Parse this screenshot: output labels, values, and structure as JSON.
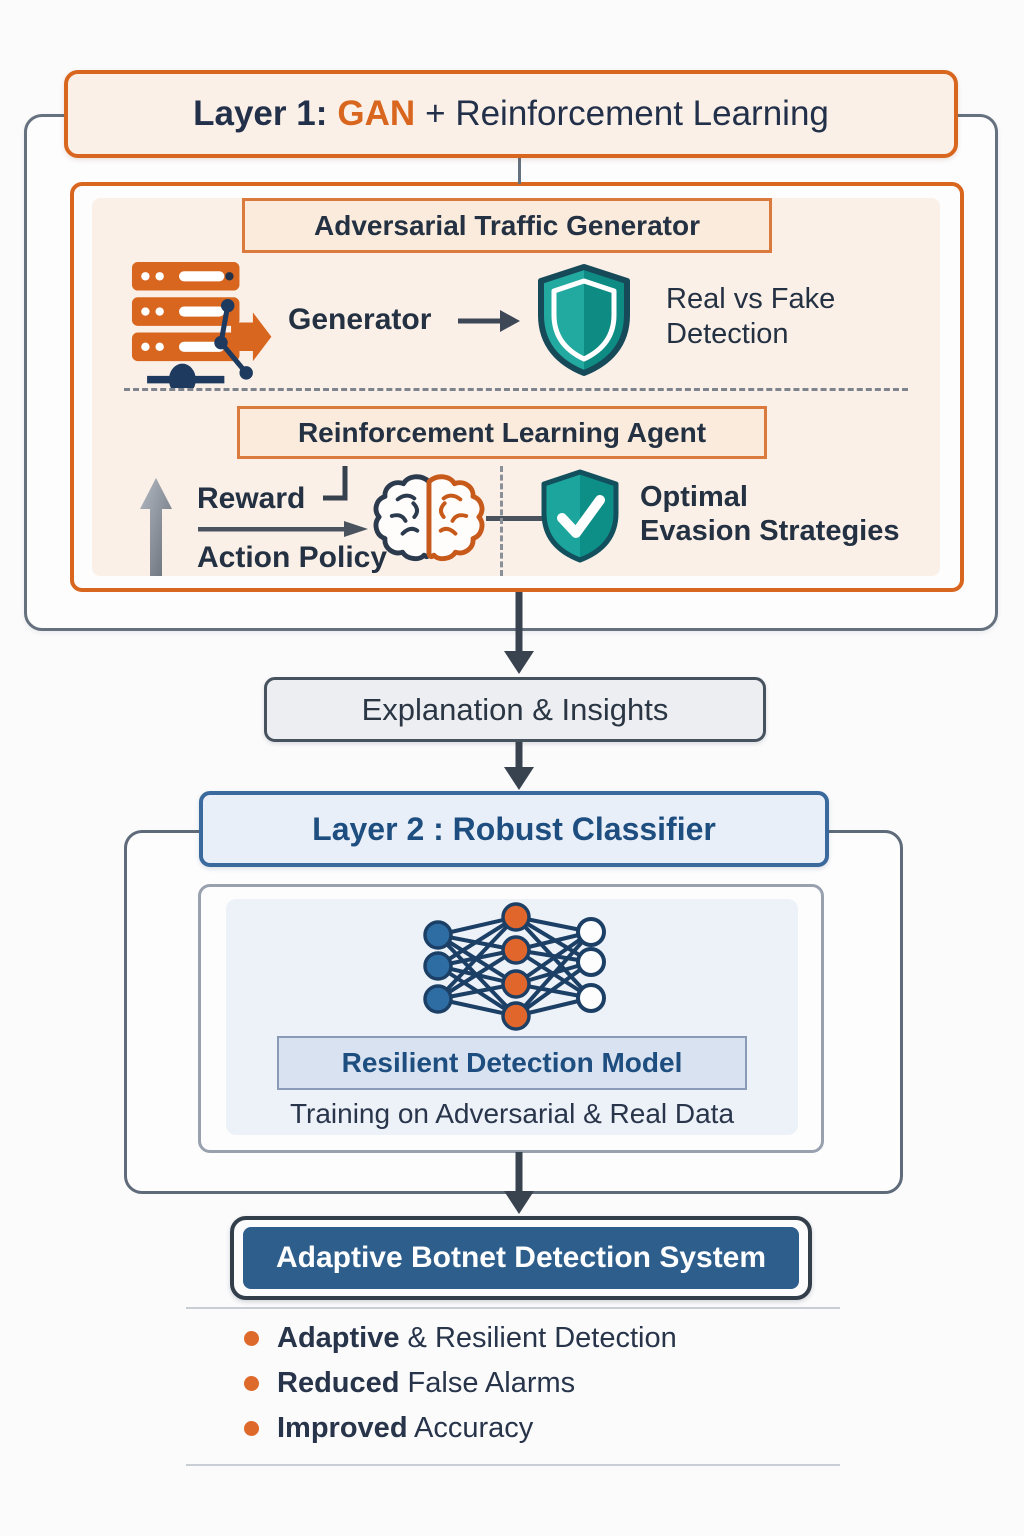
{
  "diagram": {
    "layer1": {
      "title_prefix": "Layer 1:",
      "title_highlight": "GAN",
      "title_suffix": "+ Reinforcement Learning",
      "generator_section": {
        "title": "Adversarial Traffic Generator",
        "generator_label": "Generator",
        "detection_line1": "Real vs Fake",
        "detection_line2": "Detection"
      },
      "rl_section": {
        "title": "Reinforcement Learning Agent",
        "reward_label": "Reward",
        "action_label": "Action Policy",
        "outcome_line1": "Optimal",
        "outcome_line2": "Evasion Strategies"
      }
    },
    "explanation_label": "Explanation & Insights",
    "layer2": {
      "title": "Layer 2 : Robust Classifier",
      "model_label": "Resilient Detection Model",
      "training_label": "Training on Adversarial & Real Data"
    },
    "output_label": "Adaptive Botnet Detection System",
    "benefits": [
      {
        "bold": "Adaptive",
        "rest": " & Resilient Detection"
      },
      {
        "bold": "Reduced",
        "rest": " False Alarms"
      },
      {
        "bold": "Improved",
        "rest": " Accuracy"
      }
    ],
    "colors": {
      "orange_accent": "#d9661f",
      "navy_text": "#243142",
      "teal_shield": "#1ca59c",
      "steel_blue": "#2e5e8c",
      "layer2_title": "#1d4e7f",
      "arrow_gray": "#39424f",
      "bullet_orange": "#dd6a2b"
    },
    "icons": [
      "server-stack-icon",
      "flow-arrow-icon",
      "shield-icon",
      "shield-check-icon",
      "brain-icon",
      "up-arrow-icon",
      "right-arrow-icon",
      "down-arrow-icon",
      "elbow-connector-icon",
      "neural-network-icon",
      "bullet-dot-icon"
    ]
  }
}
